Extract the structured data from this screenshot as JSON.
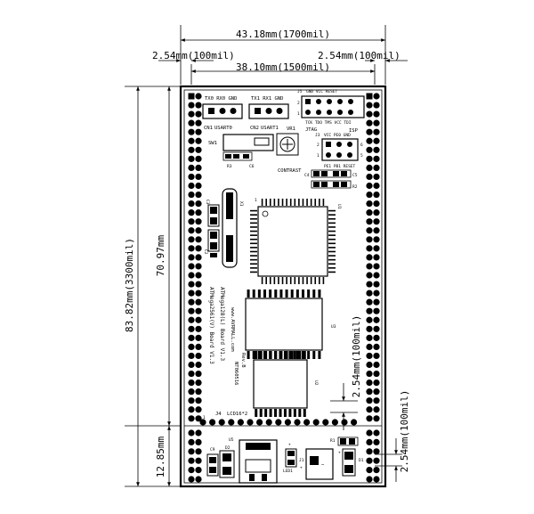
{
  "dimensions": {
    "overall_width": "43.18mm(1700mil)",
    "inner_width": "38.10mm(1500mil)",
    "edge_left": "2.54mm(100mil)",
    "edge_right": "2.54mm(100mil)",
    "overall_height": "83.82mm(3300mil)",
    "main_height": "70.97mm",
    "bottom_height": "12.85mm",
    "pitch_vertical": "2.54mm(100mil)",
    "pitch_right": "2.54mm(100mil)"
  },
  "board": {
    "uart0_pins": "TX0 RX0 GND",
    "uart1_pins": "TX1 RX1 GND",
    "cn1": "CN1",
    "usart0": "USART0",
    "cn2": "CN2",
    "usart1": "USART1",
    "j5": "J5",
    "jtag_top_pins": "GND VCC RESET",
    "jtag_bottom_pins": "TCK TDO TMS VCC TDI",
    "jtag": "JTAG",
    "vr1": "VR1",
    "contrast": "CONTRAST",
    "j3": "J3",
    "isp": "ISP",
    "isp_top_pins": "VCC PE0 GND",
    "isp_bottom_pins": "PE1 PB1 RESET",
    "sw1": "SW1",
    "r3": "R3",
    "c6": "C6",
    "c4": "C4",
    "c5": "C5",
    "r2": "R2",
    "c3": "C3",
    "c2": "C2",
    "x1": "X1",
    "u1": "U1",
    "u3": "U3",
    "u2": "U2",
    "pin1_a": "1",
    "pin1_b": "1",
    "pin2": "2",
    "pin5": "5",
    "pin6": "6",
    "title_line1": "ATMega128(L) Board V1.3",
    "title_line2": "ATMega2561(V) Board V1.3",
    "url": "www.AVRMALL.com",
    "rev": "Rev.B",
    "date": "NT060516",
    "j4": "J4",
    "lcd": "LCD16*2",
    "u5": "U5",
    "d2": "D2",
    "c9": "C9",
    "led1": "LED1",
    "j1": "J1",
    "r1": "R1",
    "d1": "D1",
    "plus1": "+",
    "plus2": "+",
    "plus3": "+",
    "minus": "−"
  }
}
